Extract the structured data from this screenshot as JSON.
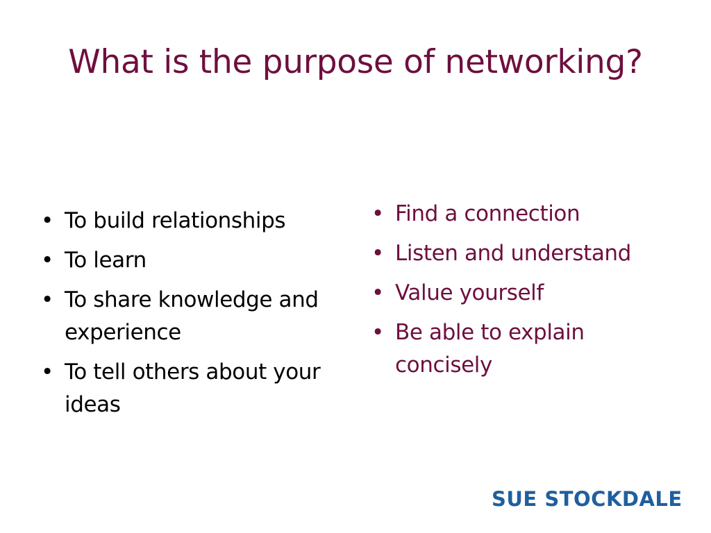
{
  "slide": {
    "title": "What is the purpose of networking?",
    "left_bullets": [
      "To build relationships",
      "To learn",
      "To share knowledge and experience",
      "To tell others about your ideas"
    ],
    "right_bullets": [
      "Find a connection",
      "Listen and understand",
      "Value yourself",
      "Be able to explain concisely"
    ],
    "logo_text": "SUE STOCKDALE"
  },
  "colors": {
    "title": "#6e0f3e",
    "left_text": "#000000",
    "right_text": "#6e0f3e",
    "logo": "#1f5f9e",
    "background": "#ffffff"
  }
}
